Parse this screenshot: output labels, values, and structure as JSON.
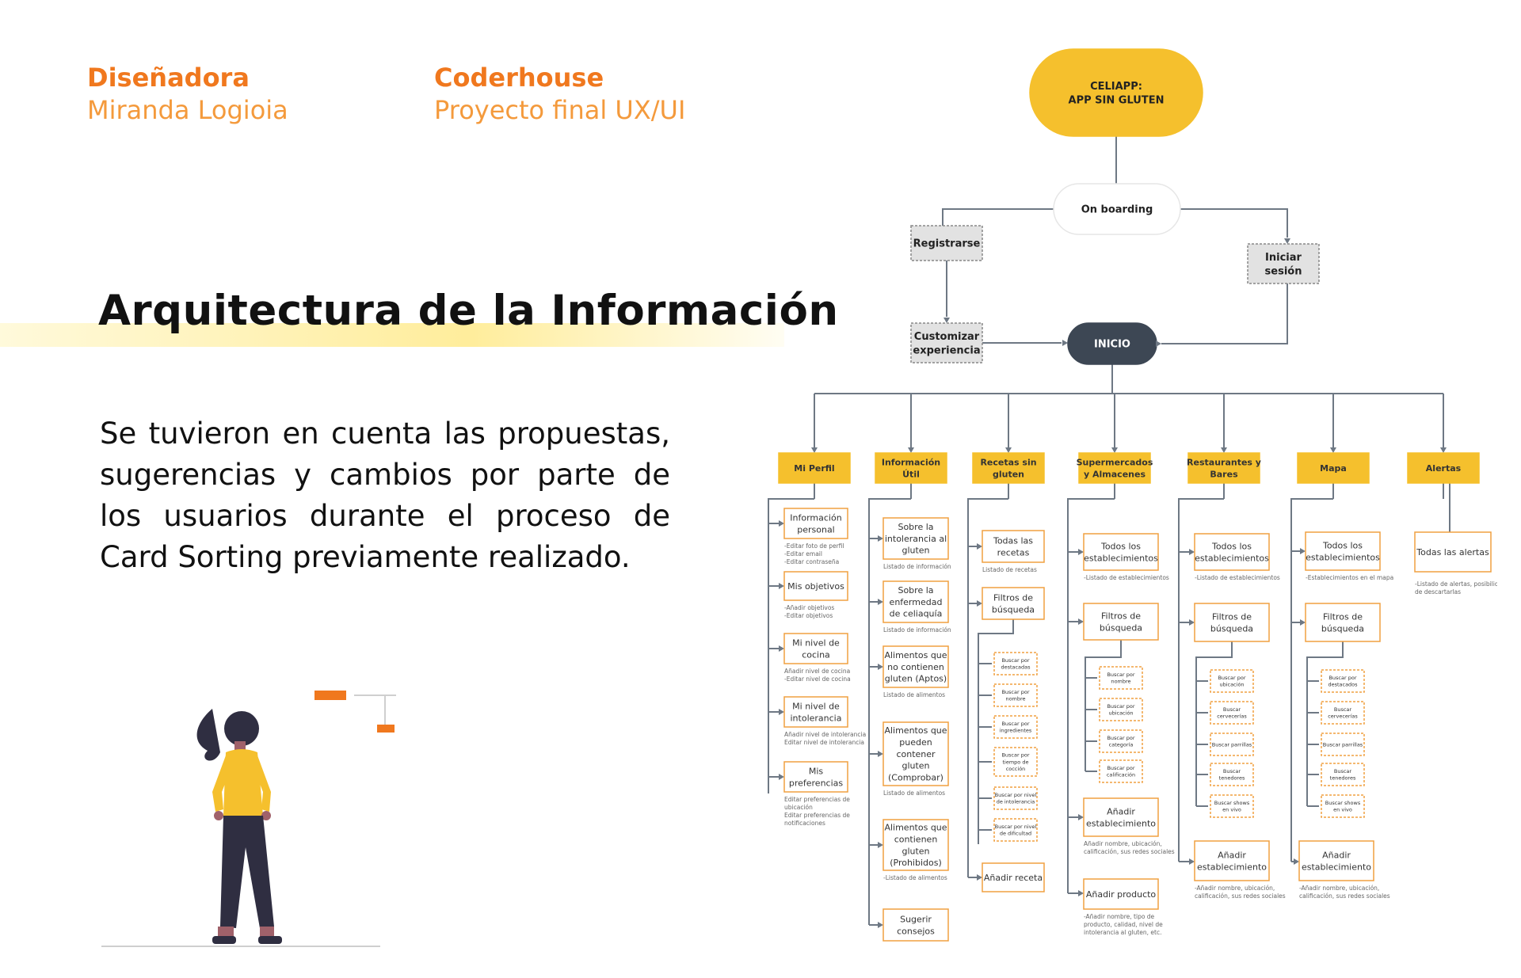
{
  "header": {
    "designer_label": "Diseñadora",
    "designer_name": "Miranda Logioia",
    "org_label": "Coderhouse",
    "project_name": "Proyecto final UX/UI"
  },
  "title": "Arquitectura de la Información",
  "description": "Se tuvieron en cuenta las propuestas, sugerencias y cambios por parte de los usuarios durante el proceso de Card Sorting previamente realizado.",
  "colors": {
    "accent_orange": "#f0781e",
    "node_yellow": "#f5c02d",
    "node_dark": "#3d4754",
    "box_border": "#f0a040",
    "grey_box": "#e2e2e2"
  },
  "diagram": {
    "root": [
      "CELIAPP:",
      "APP SIN GLUTEN"
    ],
    "onboarding": [
      "On boarding"
    ],
    "register": [
      "Registrarse"
    ],
    "login": [
      "Iniciar",
      "sesión"
    ],
    "customize": [
      "Customizar",
      "experiencia"
    ],
    "home": [
      "INICIO"
    ],
    "sections": [
      {
        "title": [
          "Mi Perfil"
        ]
      },
      {
        "title": [
          "Información",
          "Útil"
        ]
      },
      {
        "title": [
          "Recetas sin",
          "gluten"
        ]
      },
      {
        "title": [
          "Supermercados",
          "y Almacenes"
        ]
      },
      {
        "title": [
          "Restaurantes y",
          "Bares"
        ]
      },
      {
        "title": [
          "Mapa"
        ]
      },
      {
        "title": [
          "Alertas"
        ]
      }
    ],
    "items": [
      {
        "label": [
          "Información",
          "personal"
        ],
        "note": [
          "-Editar foto de perfil",
          "-Editar email",
          "-Editar contraseña"
        ]
      },
      {
        "label": [
          "Mis objetivos"
        ],
        "note": [
          "-Añadir objetivos",
          "-Editar objetivos"
        ]
      },
      {
        "label": [
          "Mi nivel de",
          "cocina"
        ],
        "note": [
          "Añadir nivel de cocina",
          "-Editar nivel de cocina"
        ]
      },
      {
        "label": [
          "Mi nivel de",
          "intolerancia"
        ],
        "note": [
          "Añadir nivel de intolerancia",
          "Editar nivel de intolerancia"
        ]
      },
      {
        "label": [
          "Mis",
          "preferencias"
        ],
        "note": [
          "Editar preferencias de",
          "ubicación",
          "Editar preferencias de",
          "notificaciones"
        ]
      },
      {
        "label": [
          "Sobre la",
          "intolerancia al",
          "gluten"
        ],
        "note": [
          "Listado de información"
        ]
      },
      {
        "label": [
          "Sobre la",
          "enfermedad",
          "de celiaquía"
        ],
        "note": [
          "Listado de información"
        ]
      },
      {
        "label": [
          "Alimentos que",
          "no contienen",
          "gluten (Aptos)"
        ],
        "note": [
          "Listado de alimentos"
        ]
      },
      {
        "label": [
          "Alimentos que",
          "pueden",
          "contener",
          "gluten",
          "(Comprobar)"
        ],
        "note": [
          "Listado de alimentos"
        ]
      },
      {
        "label": [
          "Alimentos que",
          "contienen",
          "gluten",
          "(Prohibidos)"
        ],
        "note": [
          "-Listado de alimentos"
        ]
      },
      {
        "label": [
          "Sugerir",
          "consejos"
        ],
        "note": []
      },
      {
        "label": [
          "Todas las",
          "recetas"
        ],
        "note": [
          "Listado de recetas"
        ]
      },
      {
        "label": [
          "Filtros de",
          "búsqueda"
        ],
        "note": []
      },
      {
        "label": [
          "Buscar por",
          "destacadas"
        ],
        "note": []
      },
      {
        "label": [
          "Buscar por",
          "nombre"
        ],
        "note": []
      },
      {
        "label": [
          "Buscar por",
          "ingredientes"
        ],
        "note": []
      },
      {
        "label": [
          "Buscar por",
          "tiempo de",
          "cocción"
        ],
        "note": []
      },
      {
        "label": [
          "Buscar por nivel",
          "de intolerancia"
        ],
        "note": []
      },
      {
        "label": [
          "Buscar por nivel",
          "de dificultad"
        ],
        "note": []
      },
      {
        "label": [
          "Añadir receta"
        ],
        "note": []
      },
      {
        "label": [
          "Todos los",
          "establecimientos"
        ],
        "note": [
          "-Listado de establecimientos"
        ]
      },
      {
        "label": [
          "Filtros de",
          "búsqueda"
        ],
        "note": []
      },
      {
        "label": [
          "Buscar por",
          "nombre"
        ],
        "note": []
      },
      {
        "label": [
          "Buscar por",
          "ubicación"
        ],
        "note": []
      },
      {
        "label": [
          "Buscar por",
          "categoría"
        ],
        "note": []
      },
      {
        "label": [
          "Buscar por",
          "calificación"
        ],
        "note": []
      },
      {
        "label": [
          "Añadir",
          "establecimiento"
        ],
        "note": [
          "Añadir nombre, ubicación,",
          "calificación, sus redes sociales"
        ]
      },
      {
        "label": [
          "Añadir producto"
        ],
        "note": [
          "-Añadir nombre, tipo de",
          "producto, calidad, nivel de",
          "intolerancia al gluten, etc."
        ]
      },
      {
        "label": [
          "Todos los",
          "establecimientos"
        ],
        "note": [
          "-Listado de establecimientos"
        ]
      },
      {
        "label": [
          "Filtros de",
          "búsqueda"
        ],
        "note": []
      },
      {
        "label": [
          "Buscar por",
          "ubicación"
        ],
        "note": []
      },
      {
        "label": [
          "Buscar",
          "cervecerías"
        ],
        "note": []
      },
      {
        "label": [
          "Buscar parrillas"
        ],
        "note": []
      },
      {
        "label": [
          "Buscar",
          "tenedores"
        ],
        "note": []
      },
      {
        "label": [
          "Buscar shows",
          "en vivo"
        ],
        "note": []
      },
      {
        "label": [
          "Añadir",
          "establecimiento"
        ],
        "note": [
          "-Añadir nombre, ubicación,",
          "calificación, sus redes sociales"
        ]
      },
      {
        "label": [
          "Todos los",
          "establecimientos"
        ],
        "note": [
          "-Establecimientos en el mapa"
        ]
      },
      {
        "label": [
          "Filtros de",
          "búsqueda"
        ],
        "note": []
      },
      {
        "label": [
          "Buscar por",
          "destacados"
        ],
        "note": []
      },
      {
        "label": [
          "Buscar",
          "cervecerías"
        ],
        "note": []
      },
      {
        "label": [
          "Buscar parrillas"
        ],
        "note": []
      },
      {
        "label": [
          "Buscar",
          "tenedores"
        ],
        "note": []
      },
      {
        "label": [
          "Buscar shows",
          "en vivo"
        ],
        "note": []
      },
      {
        "label": [
          "Añadir",
          "establecimiento"
        ],
        "note": [
          "-Añadir nombre, ubicación,",
          "calificación, sus redes sociales"
        ]
      },
      {
        "label": [
          "Todas las alertas"
        ],
        "note": [
          "-Listado de alertas, posibilidad",
          "de descartarlas"
        ]
      }
    ]
  }
}
